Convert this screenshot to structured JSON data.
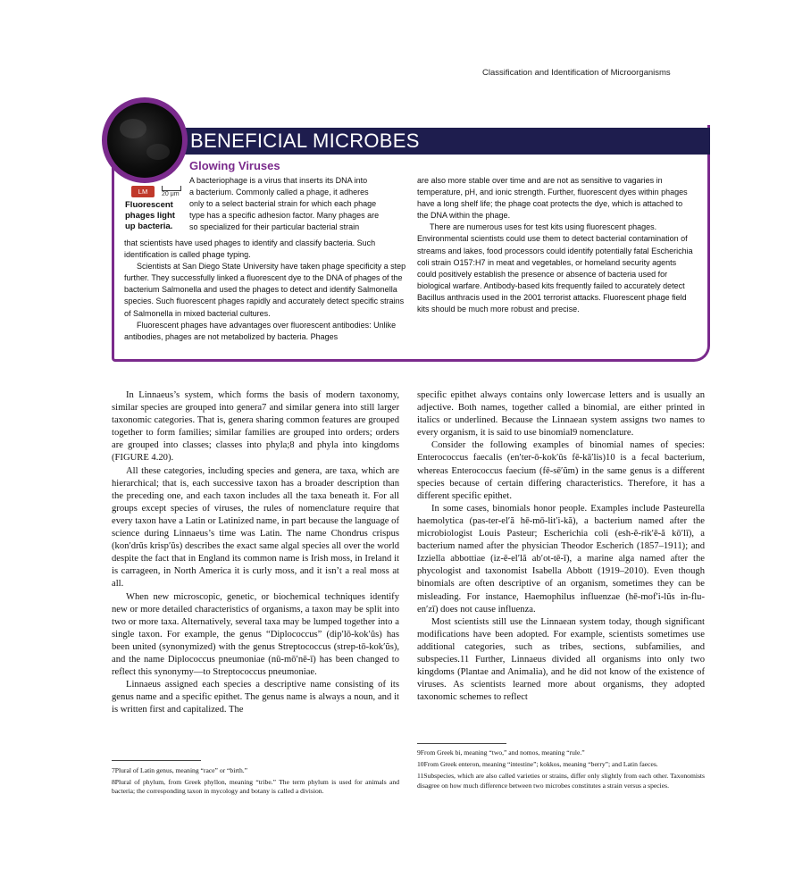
{
  "running_head": "Classification and Identification of Microorganisms",
  "feature": {
    "title": "BENEFICIAL MICROBES",
    "subtitle": "Glowing Viruses",
    "micrograph_badge": "LM",
    "scale_label": "20 μm",
    "caption": "Fluorescent phages light up bacteria.",
    "col1": [
      "A bacteriophage is a virus that inserts its DNA into",
      "a bacterium. Commonly called a phage, it adheres",
      "only to a select bacterial strain for which each phage",
      "type has a specific adhesion factor. Many phages are",
      "so specialized for their particular bacterial strain",
      "that scientists have used phages to identify and classify bacteria. Such identification is called phage typing.",
      "Scientists at San Diego State University have taken phage specificity a step further. They successfully linked a fluorescent dye to the DNA of phages of the bacterium Salmonella and used the phages to detect and identify Salmonella species. Such fluorescent phages rapidly and accurately detect specific strains of Salmonella in mixed bacterial cultures.",
      "Fluorescent phages have advantages over fluorescent antibodies: Unlike antibodies, phages are not metabolized by bacteria. Phages"
    ],
    "col2": [
      "are also more stable over time and are not as sensitive to vagaries in temperature, pH, and ionic strength. Further, fluorescent dyes within phages have a long shelf life; the phage coat protects the dye, which is attached to the DNA within the phage.",
      "There are numerous uses for test kits using fluorescent phages. Environmental scientists could use them to detect bacterial contamination of streams and lakes, food processors could identify potentially fatal Escherichia coli strain O157:H7 in meat and vegetables, or homeland security agents could positively establish the presence or absence of bacteria used for biological warfare. Antibody-based kits frequently failed to accurately detect Bacillus anthracis used in the 2001 terrorist attacks. Fluorescent phage field kits should be much more robust and precise."
    ]
  },
  "left_column": [
    "In Linnaeus’s system, which forms the basis of modern taxonomy, similar species are grouped into genera7 and similar genera into still larger taxonomic categories. That is, genera sharing common features are grouped together to form families; similar families are grouped into orders; orders are grouped into classes; classes into phyla;8 and phyla into kingdoms (FIGURE 4.20).",
    "All these categories, including species and genera, are taxa, which are hierarchical; that is, each successive taxon has a broader description than the preceding one, and each taxon includes all the taxa beneath it. For all groups except species of viruses, the rules of nomenclature require that every taxon have a Latin or Latinized name, in part because the language of science during Linnaeus’s time was Latin. The name Chondrus crispus (kon′drŭs krisp′ŭs) describes the exact same algal species all over the world despite the fact that in England its common name is Irish moss, in Ireland it is carrageen, in North America it is curly moss, and it isn’t a real moss at all.",
    "When new microscopic, genetic, or biochemical techniques identify new or more detailed characteristics of organisms, a taxon may be split into two or more taxa. Alternatively, several taxa may be lumped together into a single taxon. For example, the genus “Diplococcus” (dip′lō-kok′ŭs) has been united (synonymized) with the genus Streptococcus (strep-tō-kok′ŭs), and the name Diplococcus pneumoniae (nū-mō′nē-ī) has been changed to reflect this synonymy—to Streptococcus pneumoniae.",
    "Linnaeus assigned each species a descriptive name consisting of its genus name and a specific epithet. The genus name is always a noun, and it is written first and capitalized. The"
  ],
  "right_column": [
    "specific epithet always contains only lowercase letters and is usually an adjective. Both names, together called a binomial, are either printed in italics or underlined. Because the Linnaean system assigns two names to every organism, it is said to use binomial9 nomenclature.",
    "Consider the following examples of binomial names of species: Enterococcus faecalis (en′ter-ō-kok′ŭs fē-kā′lis)10 is a fecal bacterium, whereas Enterococcus faecium (fē-sē′ŭm) in the same genus is a different species because of certain differing characteristics. Therefore, it has a different specific epithet.",
    "In some cases, binomials honor people. Examples include Pasteurella haemolytica (pas-ter-el′ă hē-mō-lit′i-kă), a bacterium named after the microbiologist Louis Pasteur; Escherichia coli (esh-ĕ-rik′ē-ă kō′lī), a bacterium named after the physician Theodor Escherich (1857–1911); and Izziella abbottiae (iz-ē-el′lă ab′ot-tē-ī), a marine alga named after the phycologist and taxonomist Isabella Abbott (1919–2010). Even though binomials are often descriptive of an organism, sometimes they can be misleading. For instance, Haemophilus influenzae (hē-mof′i-lŭs in-flu-en′zī) does not cause influenza.",
    "Most scientists still use the Linnaean system today, though significant modifications have been adopted. For example, scientists sometimes use additional categories, such as tribes, sections, subfamilies, and subspecies.11 Further, Linnaeus divided all organisms into only two kingdoms (Plantae and Animalia), and he did not know of the existence of viruses. As scientists learned more about organisms, they adopted taxonomic schemes to reflect"
  ],
  "footnotes_left": [
    "7Plural of Latin genus, meaning “race” or “birth.”",
    "8Plural of phylum, from Greek phyllon, meaning “tribe.” The term phylum is used for animals and bacteria; the corresponding taxon in mycology and botany is called a division."
  ],
  "footnotes_right": [
    "9From Greek bi, meaning “two,” and nomos, meaning “rule.”",
    "10From Greek enteron, meaning “intestine”; kokkos, meaning “berry”; and Latin faeces.",
    "11Subspecies, which are also called varieties or strains, differ only slightly from each other. Taxonomists disagree on how much difference between two microbes constitutes a strain versus a species."
  ]
}
